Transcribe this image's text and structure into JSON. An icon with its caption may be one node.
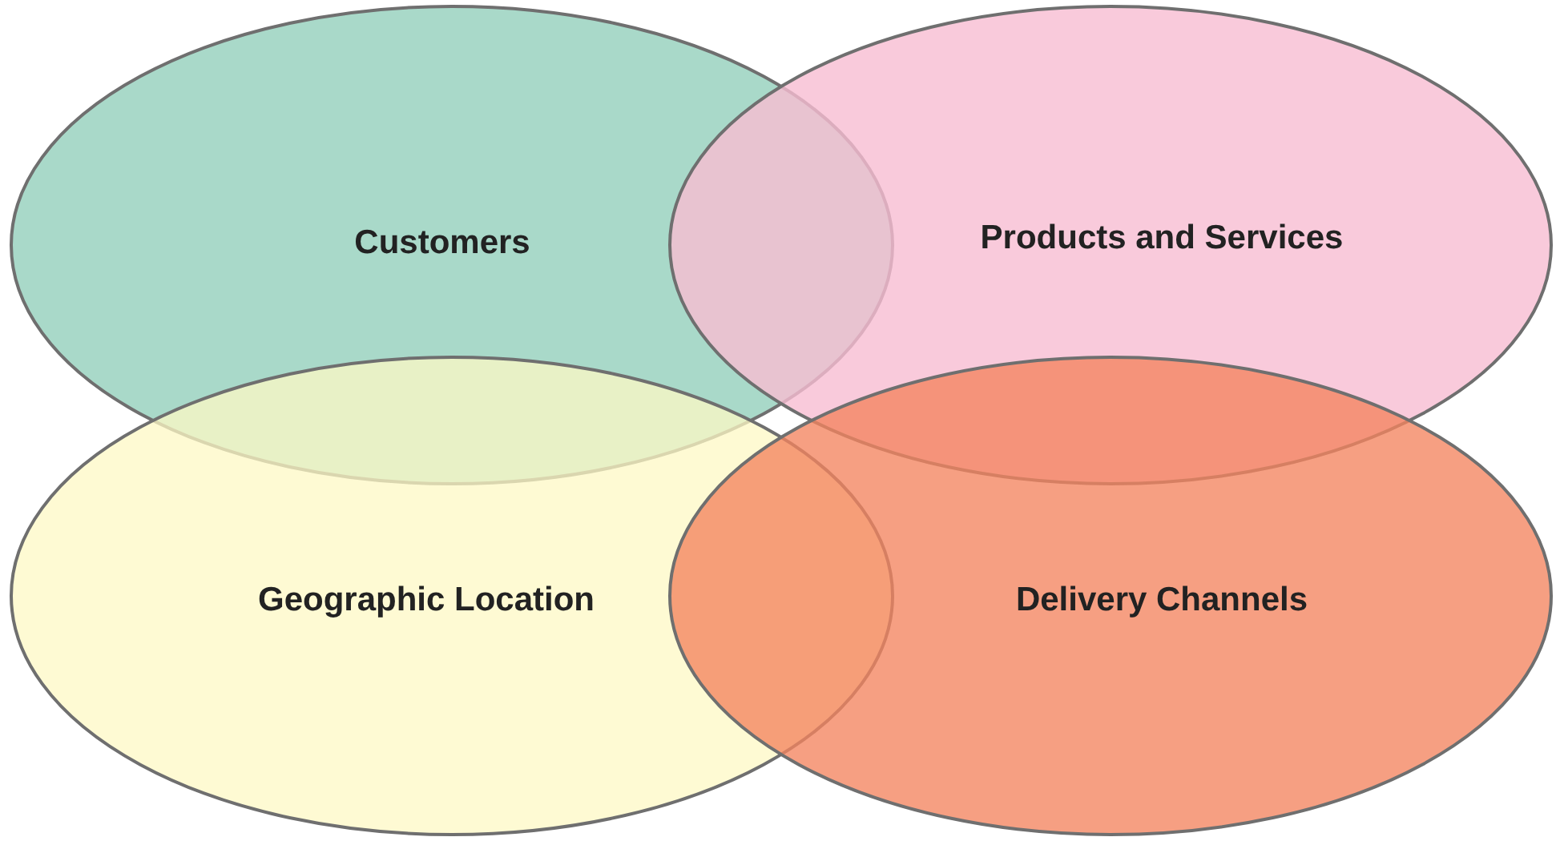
{
  "diagram": {
    "nodes": [
      {
        "text": [
          "Customers"
        ]
      },
      {
        "text": [
          "Products and Services"
        ]
      },
      {
        "text": [
          "Geographic Location"
        ]
      },
      {
        "text": [
          "Delivery Channels"
        ]
      }
    ]
  }
}
